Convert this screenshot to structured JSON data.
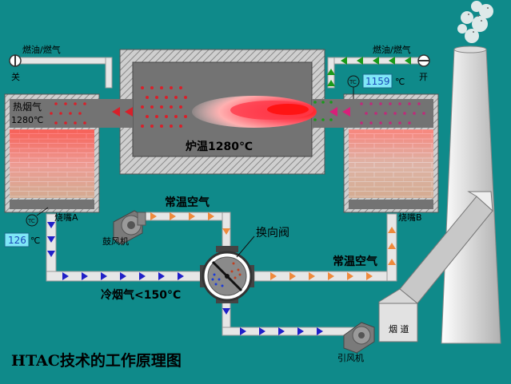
{
  "labels": {
    "fuel_left": "燃油/燃气",
    "fuel_right": "燃油/燃气",
    "valve_left_state": "关",
    "valve_right_state": "开",
    "hot_gas": "热烟气",
    "hot_gas_temp": "1280℃",
    "furnace_temp": "炉温1280℃",
    "tc_right": "1159",
    "tc_right_unit": "℃",
    "tc_left": "126",
    "tc_left_unit": "℃",
    "tc_tag": "TC",
    "burner_a": "烧嘴A",
    "burner_b": "烧嘴B",
    "ambient_air_top": "常温空气",
    "ambient_air_right": "常温空气",
    "blower": "鼓风机",
    "reversing_valve": "换向阀",
    "cold_flue": "冷烟气<150°C",
    "induced_fan": "引风机",
    "flue": "烟 道",
    "title": "HTAC技术的工作原理图"
  },
  "colors": {
    "background": "#0f8a8a",
    "furnace_inner": "#737373",
    "hatch": "#9a9a9a",
    "pipe": "#e6e6e6",
    "arrow_hot": "#d8203a",
    "arrow_fuel": "#1a9a1a",
    "arrow_air": "#f08a3c",
    "arrow_cold": "#2020c8",
    "display_bg": "#7fe7f7"
  },
  "icons": [
    "valve-icon",
    "flame-icon",
    "fan-icon",
    "chimney-icon",
    "reversing-valve-icon"
  ]
}
